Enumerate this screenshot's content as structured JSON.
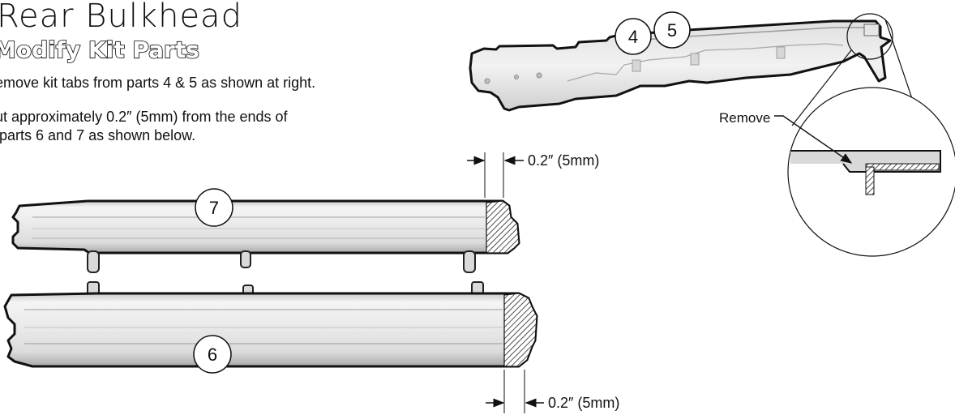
{
  "heading": {
    "title": "Rear Bulkhead",
    "subtitle": "Modify Kit Parts"
  },
  "instructions": {
    "step_1": "emove kit tabs from parts 4 & 5 as shown at right.",
    "step_2_line_1": "ut approximately 0.2″ (5mm) from the ends of",
    "step_2_line_2": "tparts 6 and 7 as shown below."
  },
  "callouts": {
    "part_4": "4",
    "part_5": "5",
    "part_6": "6",
    "part_7": "7"
  },
  "dimensions": {
    "top_cut": "0.2″ (5mm)",
    "bottom_cut": "0.2″ (5mm)"
  },
  "detail": {
    "remove_label": "Remove"
  }
}
